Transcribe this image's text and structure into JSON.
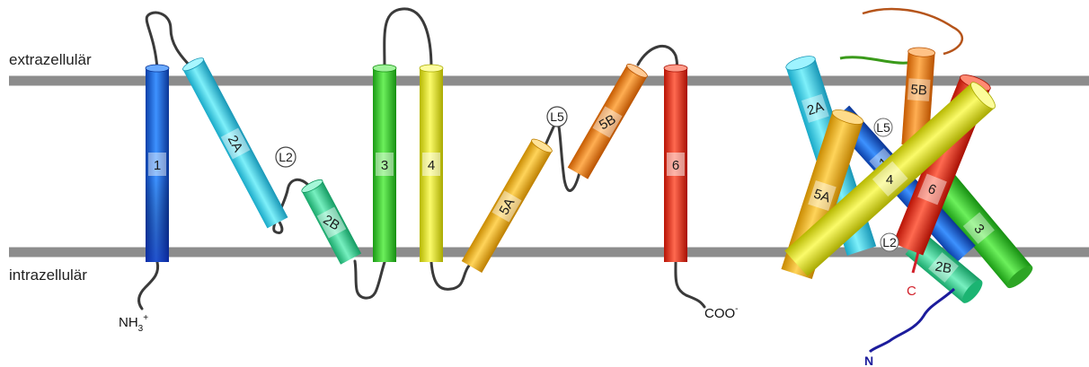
{
  "labels": {
    "extracellular": "extrazellulär",
    "intracellular": "intrazellulär",
    "n_term_main": "NH",
    "n_term_sub": "3",
    "n_term_sup": "+",
    "c_term_main": "COO",
    "c_term_sup": "-",
    "struct_c": "C",
    "struct_n": "N"
  },
  "helices": [
    {
      "id": "1",
      "label": "1",
      "color": "#1c6fe0"
    },
    {
      "id": "2A",
      "label": "2A",
      "color": "#2fd4e2"
    },
    {
      "id": "2B",
      "label": "2B",
      "color": "#2fd79a"
    },
    {
      "id": "3",
      "label": "3",
      "color": "#2fd22a"
    },
    {
      "id": "4",
      "label": "4",
      "color": "#e9ea14"
    },
    {
      "id": "5A",
      "label": "5A",
      "color": "#f2b512"
    },
    {
      "id": "5B",
      "label": "5B",
      "color": "#f08412"
    },
    {
      "id": "6",
      "label": "6",
      "color": "#ec2a14"
    }
  ],
  "loops": [
    {
      "id": "L2",
      "label": "L2"
    },
    {
      "id": "L5",
      "label": "L5"
    }
  ],
  "colors": {
    "membrane": "#8c8c8c",
    "loop": "#3a3a3a",
    "n_terminus": "#1c1c9c",
    "c_terminus": "#d2202a"
  }
}
